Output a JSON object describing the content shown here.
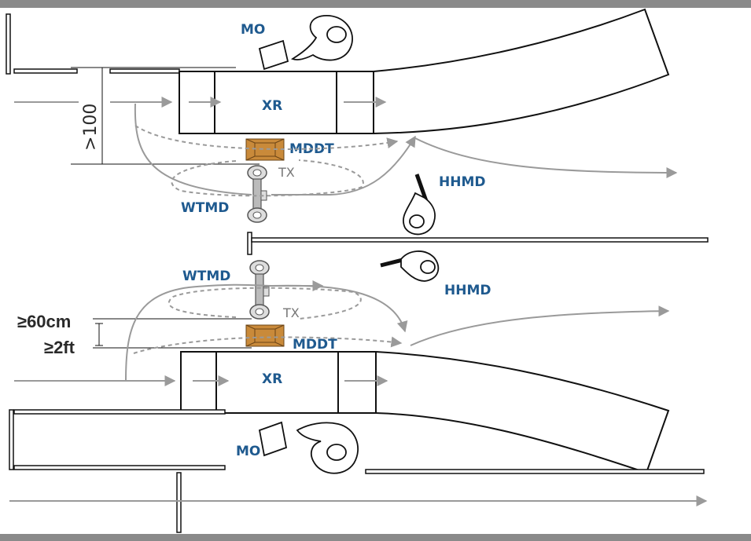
{
  "labels": {
    "mo_top": "MO",
    "mo_bottom": "MO",
    "xr_top": "XR",
    "xr_bottom": "XR",
    "mddt_top": "MDDT",
    "mddt_bottom": "MDDT",
    "tx_top": "TX",
    "tx_bottom": "TX",
    "wtmd_top": "WTMD",
    "wtmd_bottom": "WTMD",
    "hhmd_top": "HHMD",
    "hhmd_bottom": "HHMD",
    "dim_top": ">100",
    "dim_bottom_cm": "≥60cm",
    "dim_bottom_ft": "≥2ft"
  },
  "colors": {
    "text_blue": "#1f5a8f",
    "text_gray": "#777777",
    "frame_gray": "#8a8a8a",
    "arrow_gray": "#9a9a9a",
    "mddt_fill": "#c98a3a",
    "outline": "#111111"
  },
  "icons": [
    "officer-icon",
    "handheld-detector-icon",
    "walkthrough-detector-icon",
    "mddt-box-icon",
    "arrow-icon"
  ]
}
